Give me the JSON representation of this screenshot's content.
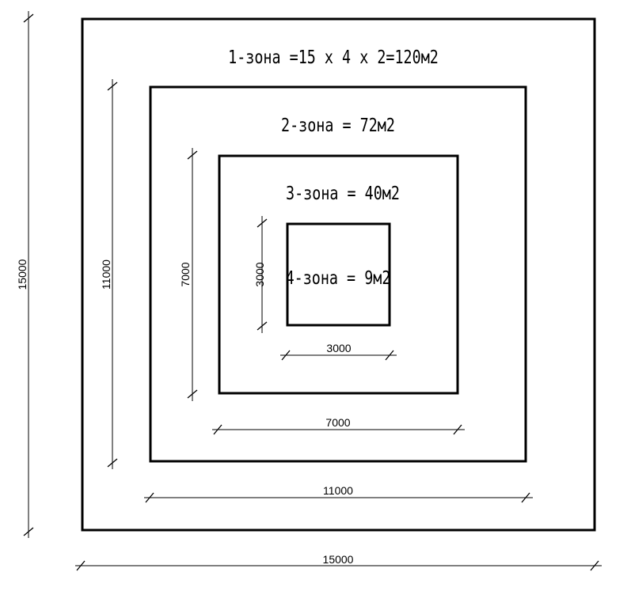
{
  "zones": [
    {
      "id": "zone-1",
      "label": "1-зона =15 х 4 х 2=120м2"
    },
    {
      "id": "zone-2",
      "label": "2-зона = 72м2"
    },
    {
      "id": "zone-3",
      "label": "3-зона = 40м2"
    },
    {
      "id": "zone-4",
      "label": "4-зона = 9м2"
    }
  ],
  "dimensions": {
    "horizontal": [
      "15000",
      "11000",
      "7000",
      "3000"
    ],
    "vertical": [
      "15000",
      "11000",
      "7000",
      "3000"
    ]
  },
  "colors": {
    "stroke": "#000000",
    "background": "#ffffff"
  }
}
